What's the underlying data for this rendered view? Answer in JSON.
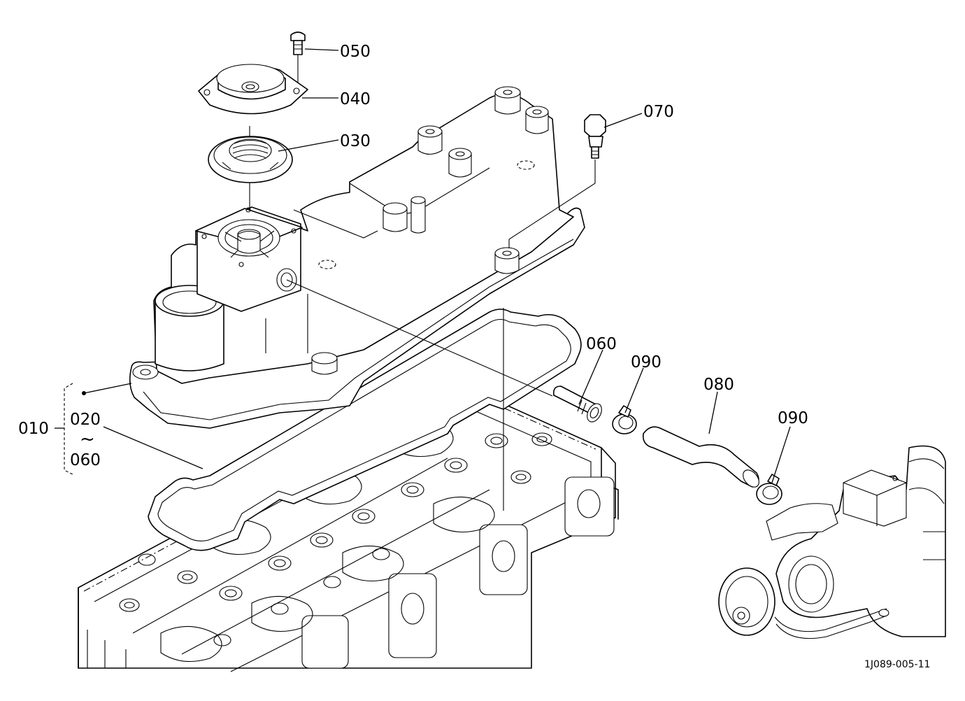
{
  "diagram": {
    "figure_id": "1J089-005-11",
    "callouts": {
      "c050": "050",
      "c040": "040",
      "c030": "030",
      "c070": "070",
      "c060": "060",
      "c090a": "090",
      "c080": "080",
      "c090b": "090",
      "c010": "010",
      "c020": "020",
      "range_sep": "~",
      "c060b": "060"
    },
    "parts": [
      "cylinder-head",
      "head-cover",
      "head-cover-gasket",
      "breather-cap",
      "breather-spring-valve",
      "cap-screw",
      "bolt",
      "breather-pipe",
      "breather-hose",
      "hose-clamp",
      "turbocharger"
    ]
  }
}
